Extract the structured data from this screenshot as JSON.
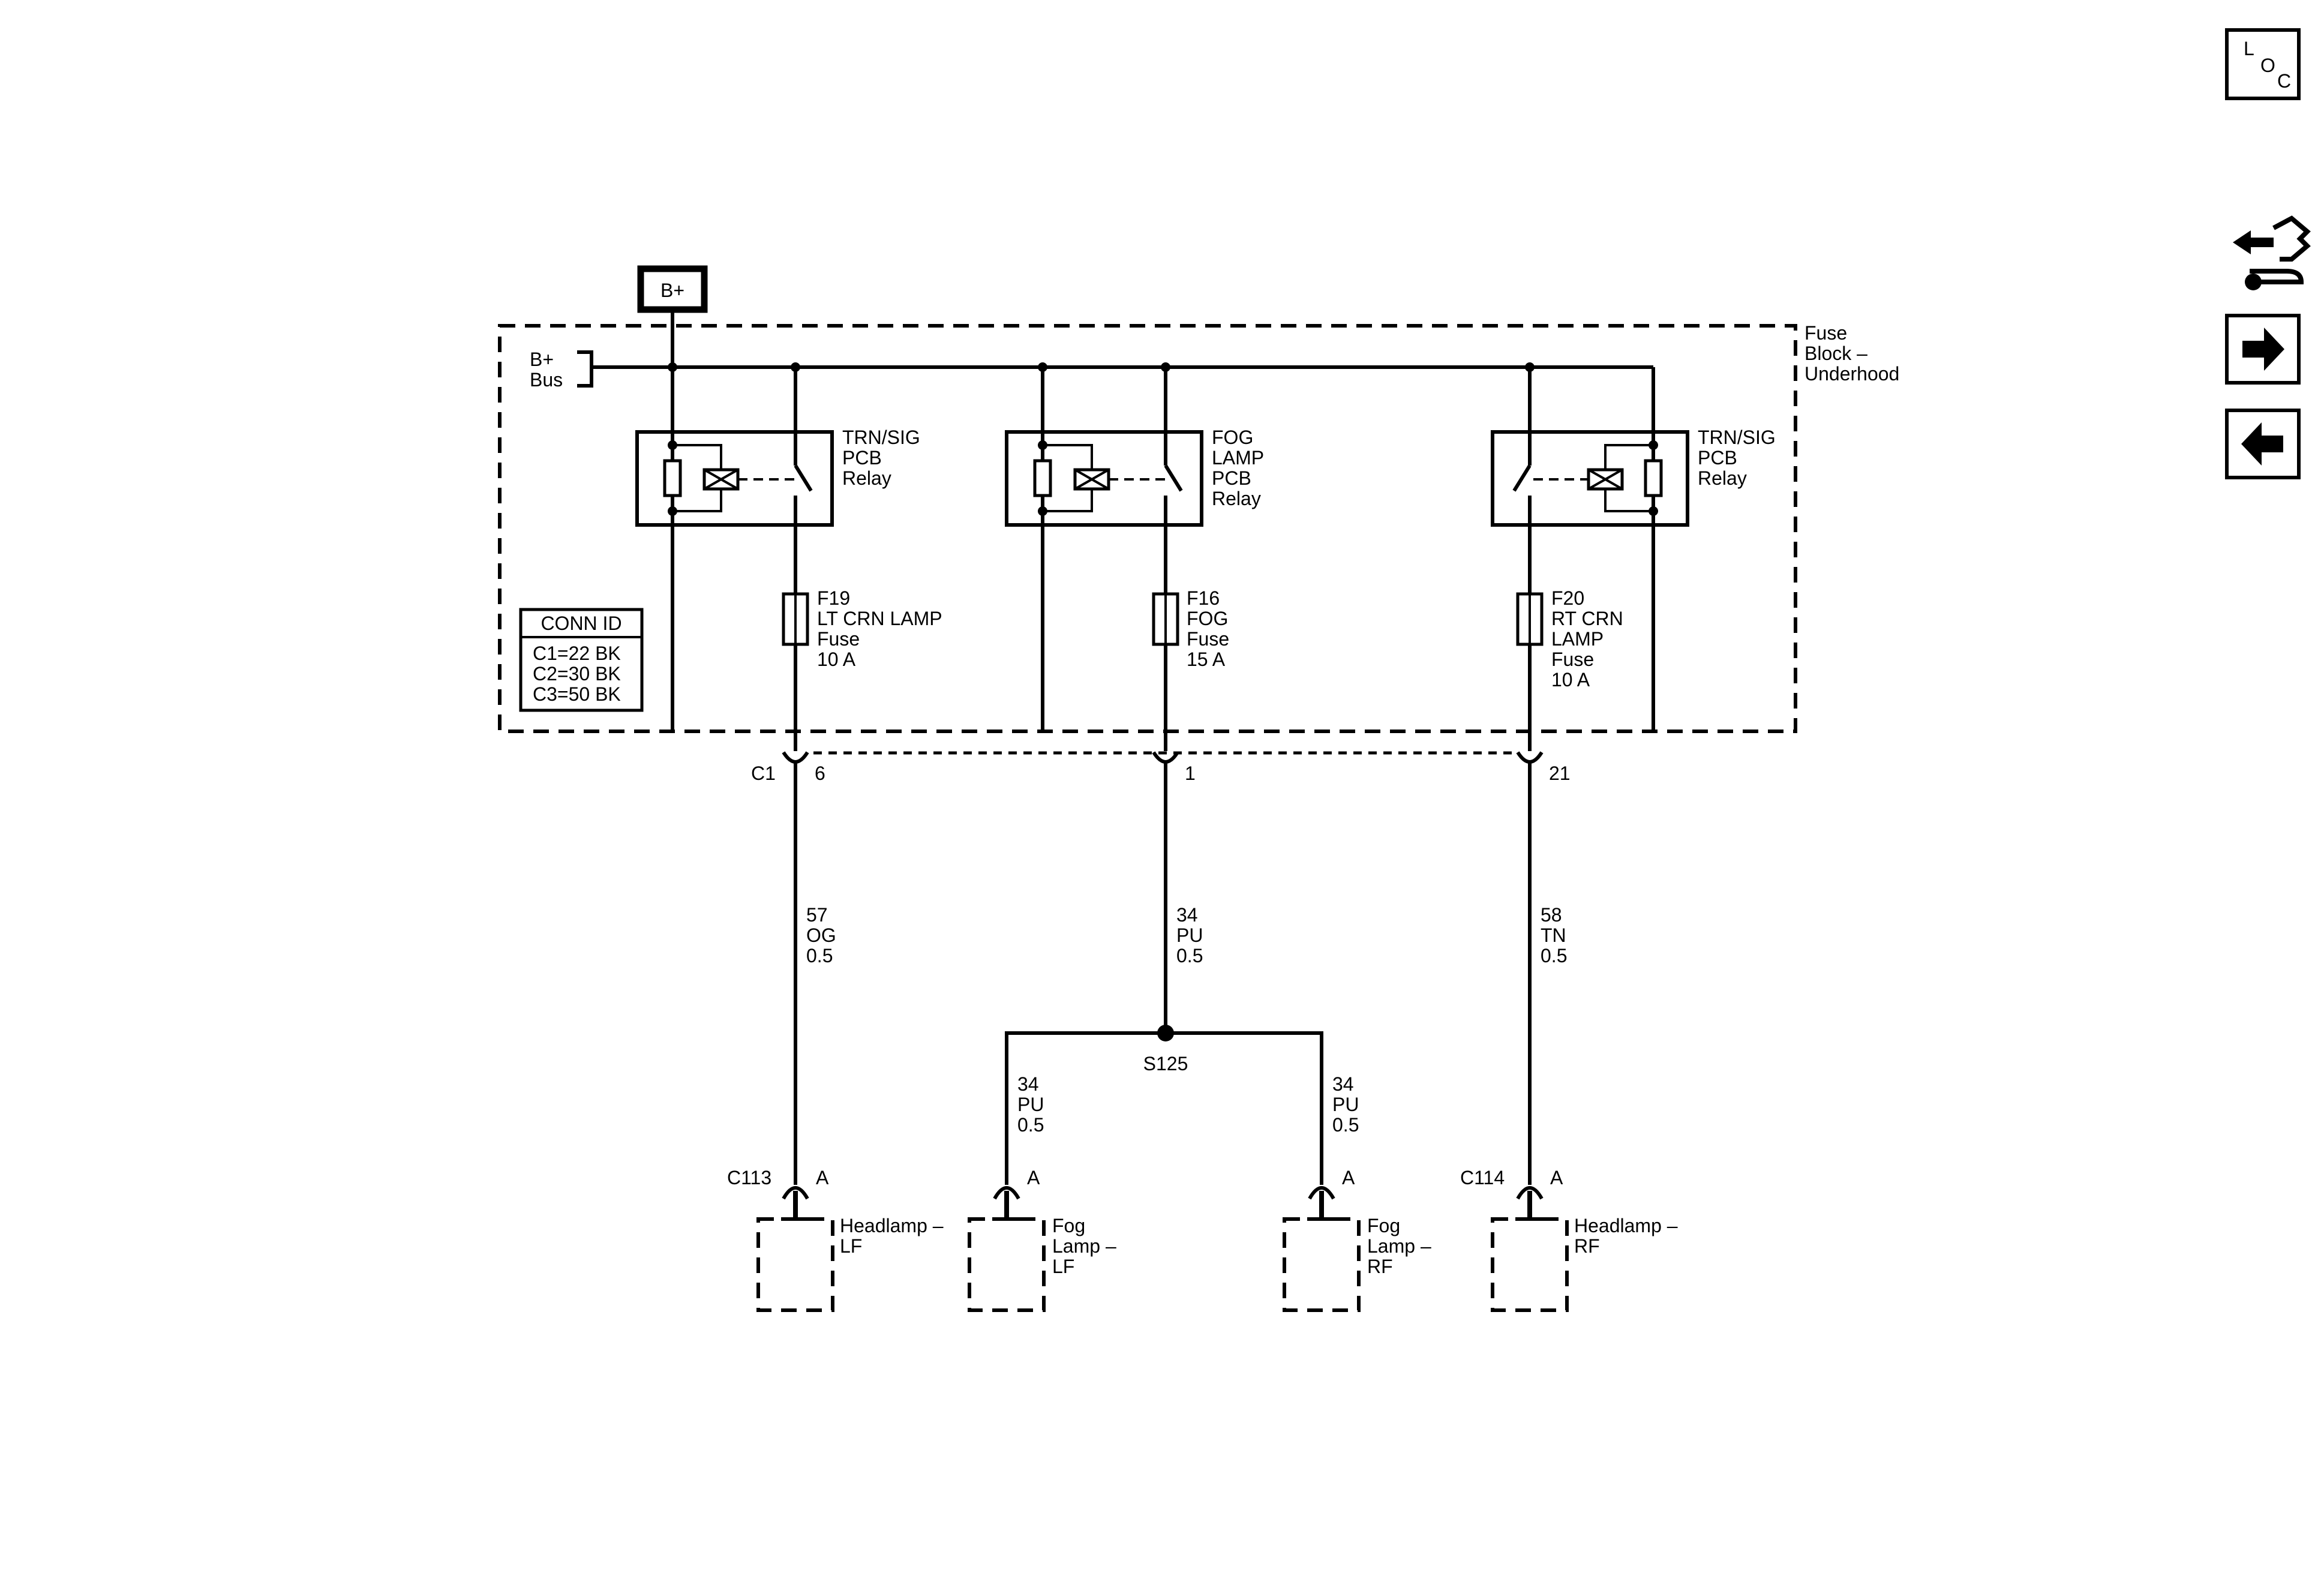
{
  "supply": {
    "label": "B+"
  },
  "bus": {
    "line1": "B+",
    "line2": "Bus"
  },
  "fuse_block": {
    "line1": "Fuse",
    "line2": "Block –",
    "line3": "Underhood"
  },
  "relays": [
    {
      "line1": "TRN/SIG",
      "line2": "PCB",
      "line3": "Relay",
      "line4": ""
    },
    {
      "line1": "FOG",
      "line2": "LAMP",
      "line3": "PCB",
      "line4": "Relay"
    },
    {
      "line1": "TRN/SIG",
      "line2": "PCB",
      "line3": "Relay",
      "line4": ""
    }
  ],
  "fuses": [
    {
      "id": "F19",
      "line2": "LT CRN LAMP",
      "line3": "Fuse",
      "line4": "10 A",
      "line5": ""
    },
    {
      "id": "F16",
      "line2": "FOG",
      "line3": "Fuse",
      "line4": "15 A",
      "line5": ""
    },
    {
      "id": "F20",
      "line2": "RT CRN",
      "line3": "LAMP",
      "line4": "Fuse",
      "line5": "10 A"
    }
  ],
  "conn_id": {
    "title": "CONN ID",
    "rows": [
      "C1=22 BK",
      "C2=30 BK",
      "C3=50 BK"
    ]
  },
  "connector_c1": {
    "name": "C1",
    "pins": [
      "6",
      "1",
      "21"
    ]
  },
  "wires": [
    {
      "circuit": "57",
      "color": "OG",
      "size": "0.5"
    },
    {
      "circuit": "34",
      "color": "PU",
      "size": "0.5"
    },
    {
      "circuit": "58",
      "color": "TN",
      "size": "0.5"
    },
    {
      "circuit": "34",
      "color": "PU",
      "size": "0.5"
    },
    {
      "circuit": "34",
      "color": "PU",
      "size": "0.5"
    }
  ],
  "splice": {
    "label": "S125"
  },
  "loads": [
    {
      "connector": "C113",
      "pin": "A",
      "line1": "Headlamp –",
      "line2": "LF",
      "line3": ""
    },
    {
      "connector": "",
      "pin": "A",
      "line1": "Fog",
      "line2": "Lamp –",
      "line3": "LF"
    },
    {
      "connector": "",
      "pin": "A",
      "line1": "Fog",
      "line2": "Lamp –",
      "line3": "RF"
    },
    {
      "connector": "C114",
      "pin": "A",
      "line1": "Headlamp –",
      "line2": "RF",
      "line3": ""
    }
  ],
  "nav": {
    "loc": {
      "l": "L",
      "o": "O",
      "c": "C"
    },
    "icons": [
      "loc-icon",
      "connector-return-icon",
      "arrow-right-icon",
      "arrow-left-icon"
    ]
  }
}
